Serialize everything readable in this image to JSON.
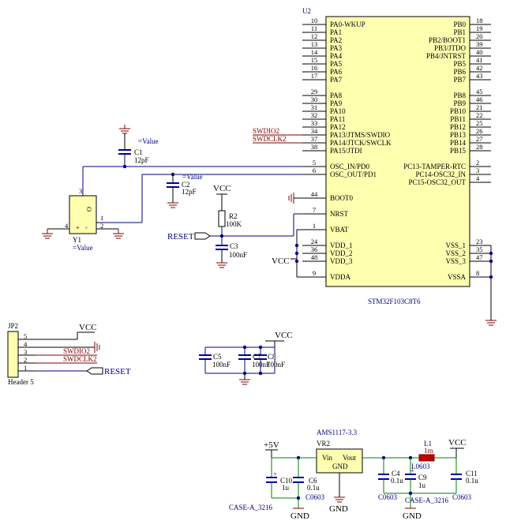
{
  "mcu": {
    "ref": "U2",
    "part": "STM32F103C8T6",
    "left_pins": [
      {
        "num": "10",
        "name": "PA0-WKUP"
      },
      {
        "num": "11",
        "name": "PA1"
      },
      {
        "num": "12",
        "name": "PA2"
      },
      {
        "num": "13",
        "name": "PA3"
      },
      {
        "num": "14",
        "name": "PA4"
      },
      {
        "num": "15",
        "name": "PA5"
      },
      {
        "num": "16",
        "name": "PA6"
      },
      {
        "num": "17",
        "name": "PA7"
      },
      {
        "num": "29",
        "name": "PA8"
      },
      {
        "num": "30",
        "name": "PA9"
      },
      {
        "num": "31",
        "name": "PA10"
      },
      {
        "num": "32",
        "name": "PA11"
      },
      {
        "num": "33",
        "name": "PA12"
      },
      {
        "num": "34",
        "name": "PA13/JTMS/SWDIO"
      },
      {
        "num": "37",
        "name": "PA14/JTCK/SWCLK"
      },
      {
        "num": "38",
        "name": "PA15/JTDI"
      },
      {
        "num": "5",
        "name": "OSC_IN/PD0"
      },
      {
        "num": "6",
        "name": "OSC_OUT/PD1"
      },
      {
        "num": "44",
        "name": "BOOT0"
      },
      {
        "num": "7",
        "name": "NRST"
      },
      {
        "num": "1",
        "name": "VBAT"
      },
      {
        "num": "24",
        "name": "VDD_1"
      },
      {
        "num": "36",
        "name": "VDD_2"
      },
      {
        "num": "48",
        "name": "VDD_3"
      },
      {
        "num": "9",
        "name": "VDDA"
      }
    ],
    "right_pins": [
      {
        "num": "18",
        "name": "PB0"
      },
      {
        "num": "19",
        "name": "PB1"
      },
      {
        "num": "20",
        "name": "PB2/BOOT1"
      },
      {
        "num": "39",
        "name": "PB3/JTDO"
      },
      {
        "num": "40",
        "name": "PB4/JNTRST"
      },
      {
        "num": "41",
        "name": "PB5"
      },
      {
        "num": "42",
        "name": "PB6"
      },
      {
        "num": "43",
        "name": "PB7"
      },
      {
        "num": "45",
        "name": "PB8"
      },
      {
        "num": "46",
        "name": "PB9"
      },
      {
        "num": "21",
        "name": "PB10"
      },
      {
        "num": "22",
        "name": "PB11"
      },
      {
        "num": "25",
        "name": "PB12"
      },
      {
        "num": "26",
        "name": "PB13"
      },
      {
        "num": "27",
        "name": "PB14"
      },
      {
        "num": "28",
        "name": "PB15"
      },
      {
        "num": "2",
        "name": "PC13-TAMPER-RTC"
      },
      {
        "num": "3",
        "name": "PC14-OSC32_IN"
      },
      {
        "num": "4",
        "name": "PC15-OSC32_OUT"
      },
      {
        "num": "23",
        "name": "VSS_1"
      },
      {
        "num": "35",
        "name": "VSS_2"
      },
      {
        "num": "47",
        "name": "VSS_3"
      },
      {
        "num": "8",
        "name": "VSSA"
      }
    ]
  },
  "nets": {
    "swdio": "SWDIO2",
    "swdclk": "SWDCLK2",
    "reset": "RESET",
    "vcc": "VCC",
    "p5v": "+5V",
    "gnd": "GND"
  },
  "crystal": {
    "ref": "Y1",
    "value": "=Value",
    "p1": "1",
    "p2": "2",
    "p3": "3",
    "p4": "4",
    "plus": "+",
    "minus": "-",
    "o": "O"
  },
  "caps": {
    "c1": {
      "ref": "C1",
      "value": "12pF",
      "val_field": "=Value"
    },
    "c2": {
      "ref": "C2",
      "value": "12pF",
      "val_field": "=Value"
    },
    "c3": {
      "ref": "C3",
      "value": "100nF"
    },
    "c5": {
      "ref": "C5",
      "value": "100nF"
    },
    "c7": {
      "ref": "C7",
      "value": "100nF"
    },
    "c8": {
      "ref": "C8",
      "value": "100nF"
    },
    "c10": {
      "ref": "C10",
      "value": "1u",
      "pkg": "CASE-A_3216",
      "plus": "+"
    },
    "c6": {
      "ref": "C6",
      "value": "0.1u",
      "pkg": "C0603"
    },
    "c4": {
      "ref": "C4",
      "value": "0.1u",
      "pkg": "C0603"
    },
    "c9": {
      "ref": "C9",
      "value": "1u",
      "pkg": "CASE-A_3216",
      "plus": "+"
    },
    "c11": {
      "ref": "C11",
      "value": "0.1u",
      "pkg": "C0603"
    }
  },
  "r2": {
    "ref": "R2",
    "value": "100K"
  },
  "jp2": {
    "ref": "JP2",
    "part": "Header 5",
    "pins": [
      "5",
      "4",
      "3",
      "2",
      "1"
    ]
  },
  "regulator": {
    "part": "AMS1117-3.3",
    "ref": "VR2",
    "vin": "Vin",
    "vout": "Vout",
    "gnd": "GND"
  },
  "l1": {
    "ref": "L1",
    "value": "1m",
    "pkg": "L0603"
  },
  "colors": {
    "wire": "#000080",
    "power": "#800000",
    "green": "#008000",
    "body": "#ffffb0",
    "inductor": "#c00000"
  }
}
